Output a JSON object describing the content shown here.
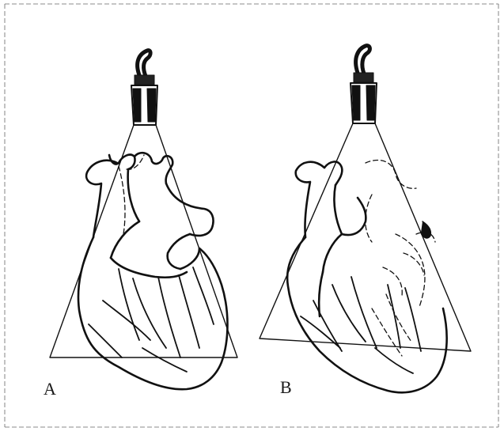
{
  "figure": {
    "panels": [
      {
        "label": "A",
        "description_key": "panel-a"
      },
      {
        "label": "B",
        "description_key": "panel-b"
      }
    ],
    "colors": {
      "ink": "#111111",
      "paper": "#ffffff",
      "frame": "#444444"
    },
    "icon_names": [
      "ultrasound-probe-icon",
      "heart-illustration",
      "scan-beam-triangle"
    ]
  }
}
